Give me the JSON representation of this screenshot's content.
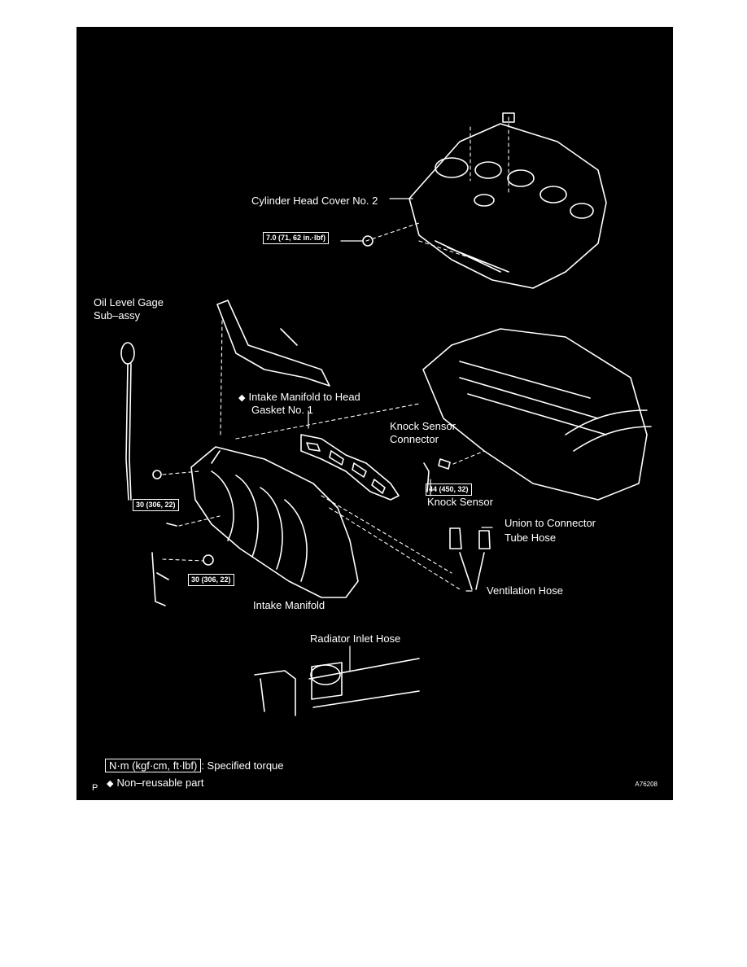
{
  "labels": {
    "cylinder_head_cover": "Cylinder Head Cover No. 2",
    "oil_level_gage_1": "Oil Level Gage",
    "oil_level_gage_2": "Sub–assy",
    "gasket_1": "Intake Manifold to Head",
    "gasket_2": "Gasket No. 1",
    "knock_sensor_connector_1": "Knock Sensor",
    "knock_sensor_connector_2": "Connector",
    "knock_sensor": "Knock Sensor",
    "union_hose_1": "Union to Connector",
    "union_hose_2": "Tube Hose",
    "ventilation_hose": "Ventilation Hose",
    "intake_manifold": "Intake Manifold",
    "radiator_inlet_hose": "Radiator Inlet Hose"
  },
  "torques": {
    "cover_nut": "7.0 (71, 62 in.·lbf)",
    "knock_sensor": "44 (450, 32)",
    "manifold_bolt": "30 (306, 22)",
    "manifold_nut": "30 (306, 22)"
  },
  "legend": {
    "torque_unit": "N·m (kgf·cm, ft·lbf)",
    "torque_desc": ": Specified torque",
    "nonreusable": "Non–reusable part",
    "diamond_symbol": "◆"
  },
  "figure_code": "A76208",
  "page_mark": "P"
}
